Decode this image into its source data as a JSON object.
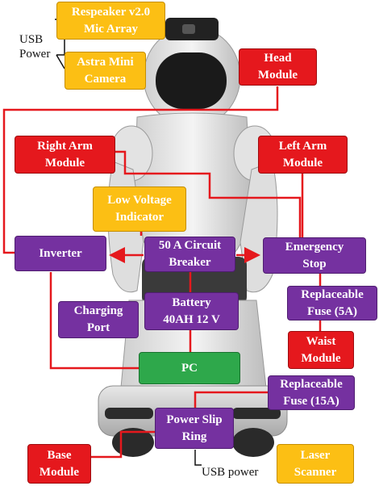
{
  "labels": {
    "usb_power_top": "USB\nPower",
    "usb_power_bottom": "USB power"
  },
  "boxes": {
    "respeaker": "Respeaker v2.0\nMic Array",
    "astra": "Astra Mini\nCamera",
    "head_module": "Head\nModule",
    "right_arm": "Right Arm\nModule",
    "left_arm": "Left Arm\nModule",
    "low_voltage": "Low Voltage\nIndicator",
    "inverter": "Inverter",
    "circuit_breaker": "50 A Circuit\nBreaker",
    "emergency_stop": "Emergency\nStop",
    "charging_port": "Charging\nPort",
    "battery": "Battery\n40AH 12 V",
    "fuse_5a": "Replaceable\nFuse (5A)",
    "waist_module": "Waist\nModule",
    "pc": "PC",
    "fuse_15a": "Replaceable\nFuse (15A)",
    "power_slip_ring": "Power Slip\nRing",
    "base_module": "Base\nModule",
    "laser_scanner": "Laser\nScanner"
  },
  "colors": {
    "sensor": "#fcbf14",
    "module": "#e5181d",
    "power": "#7531a0",
    "pc": "#2ea84b",
    "wire": "#e5181d",
    "wire_black": "#111111"
  }
}
